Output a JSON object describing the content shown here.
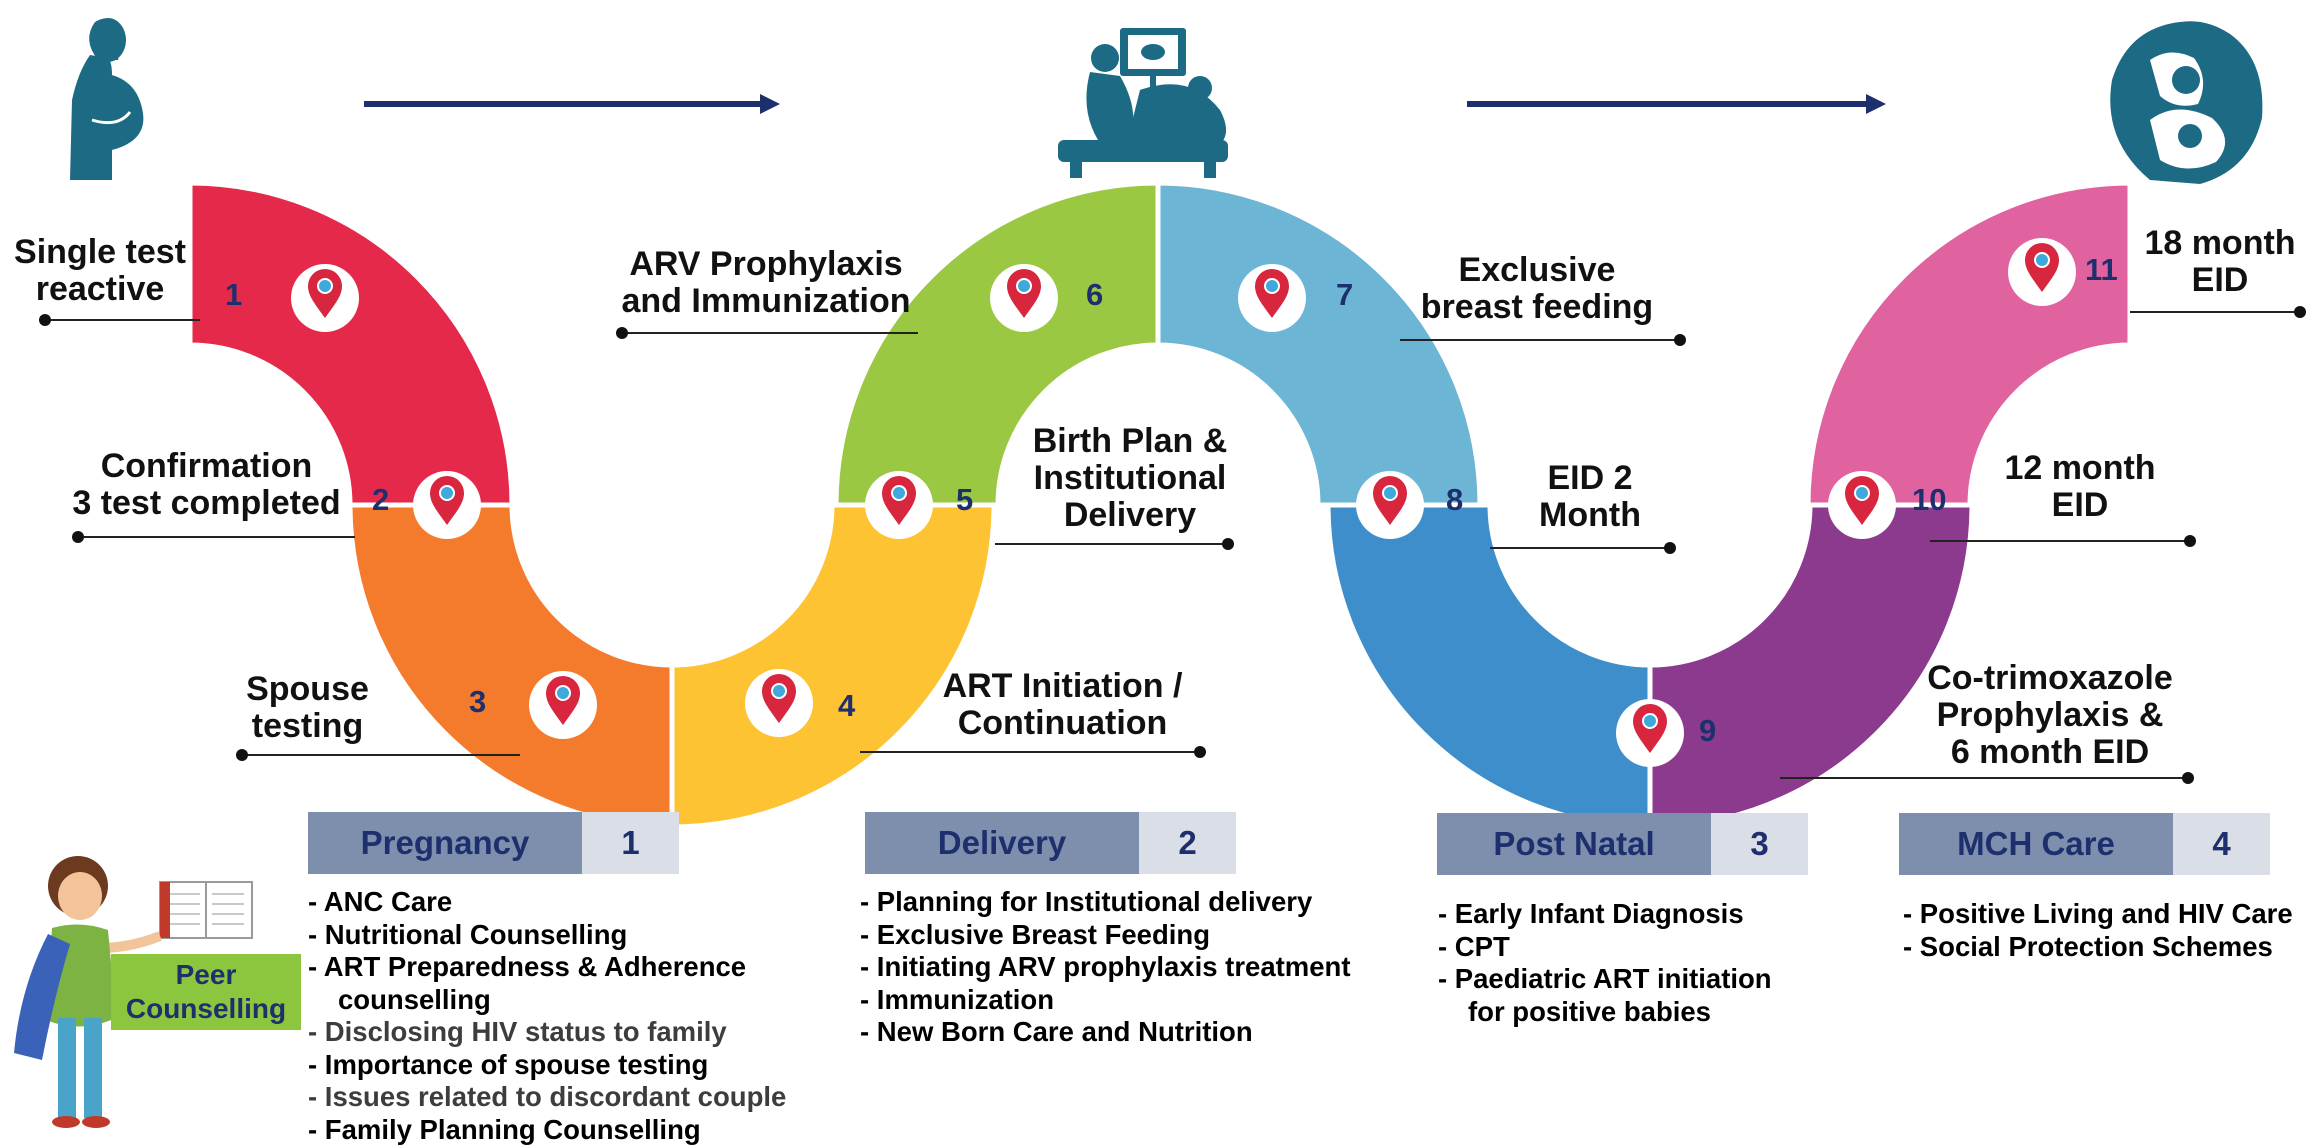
{
  "stages": [
    {
      "number": "1",
      "label": "Single test\nreactive",
      "color": "#e5294b"
    },
    {
      "number": "2",
      "label": "Confirmation\n3 test completed",
      "color": "#e5294b"
    },
    {
      "number": "3",
      "label": "Spouse\ntesting",
      "color": "#f47a2c"
    },
    {
      "number": "4",
      "label": "ART Initiation /\nContinuation",
      "color": "#fdc333"
    },
    {
      "number": "5",
      "label": "Birth Plan &\nInstitutional\nDelivery",
      "color": "#fdc333"
    },
    {
      "number": "6",
      "label": "ARV Prophylaxis\nand Immunization",
      "color": "#9bc842"
    },
    {
      "number": "7",
      "label": "Exclusive\nbreast feeding",
      "color": "#6db5d5"
    },
    {
      "number": "8",
      "label": "EID 2\nMonth",
      "color": "#3f8ecc"
    },
    {
      "number": "9",
      "label": "Co-trimoxazole\nProphylaxis &\n6 month EID",
      "color": "#8b3a8e"
    },
    {
      "number": "10",
      "label": "12 month\nEID",
      "color": "#8b3a8e"
    },
    {
      "number": "11",
      "label": "18 month\nEID",
      "color": "#e0639f"
    }
  ],
  "phases": [
    {
      "name": "Pregnancy",
      "index": "1",
      "items": [
        {
          "text": "- ANC Care"
        },
        {
          "text": "- Nutritional Counselling"
        },
        {
          "text": "- ART Preparedness & Adherence"
        },
        {
          "text": "counselling",
          "continuation": true
        },
        {
          "text": "- Disclosing HIV status to family",
          "muted": true
        },
        {
          "text": "- Importance of spouse testing"
        },
        {
          "text": "- Issues related to discordant couple",
          "muted": true
        },
        {
          "text": "- Family Planning Counselling"
        }
      ]
    },
    {
      "name": "Delivery",
      "index": "2",
      "items": [
        {
          "text": "- Planning for Institutional delivery"
        },
        {
          "text": "- Exclusive Breast Feeding"
        },
        {
          "text": "- Initiating ARV prophylaxis treatment"
        },
        {
          "text": "- Immunization"
        },
        {
          "text": "- New Born Care and Nutrition"
        }
      ]
    },
    {
      "name": "Post Natal",
      "index": "3",
      "items": [
        {
          "text": "- Early Infant Diagnosis"
        },
        {
          "text": "- CPT"
        },
        {
          "text": "- Paediatric ART initiation"
        },
        {
          "text": "for positive babies",
          "continuation": true
        }
      ]
    },
    {
      "name": "MCH Care",
      "index": "4",
      "items": [
        {
          "text": "- Positive Living and HIV Care"
        },
        {
          "text": "- Social Protection Schemes"
        }
      ]
    }
  ],
  "peer_counselling": "Peer\nCounselling",
  "colors": {
    "navy": "#1e2f6e",
    "teal_icon": "#1d6a84",
    "pin_red": "#d7263d",
    "pin_blue": "#3fa9dc",
    "phase_header": "#7e8fae",
    "phase_index": "#d9dee7"
  },
  "icons": [
    "pregnant-woman-icon",
    "ultrasound-scan-icon",
    "mother-and-child-icon",
    "location-pin-icon",
    "peer-counsellor-illustration",
    "right-arrow-icon"
  ]
}
